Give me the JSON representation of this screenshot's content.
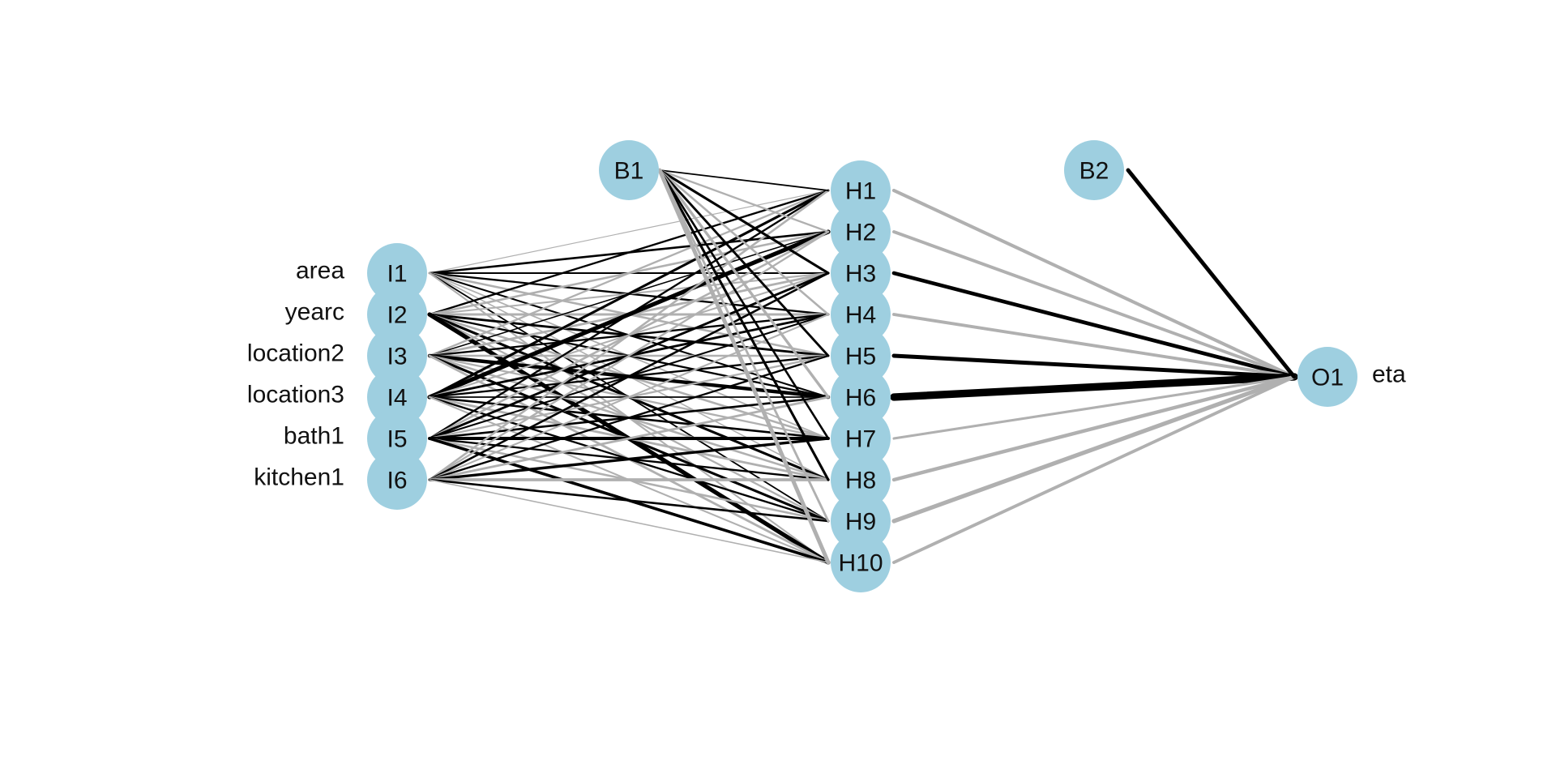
{
  "diagram": {
    "type": "neural-network-interpretation-plot",
    "colors": {
      "node_fill": "#9ecfe0",
      "positive_weight": "#000000",
      "negative_weight": "#b0b0b0"
    },
    "input_layer": [
      {
        "id": "I1",
        "label": "I1",
        "variable": "area"
      },
      {
        "id": "I2",
        "label": "I2",
        "variable": "yearc"
      },
      {
        "id": "I3",
        "label": "I3",
        "variable": "location2"
      },
      {
        "id": "I4",
        "label": "I4",
        "variable": "location3"
      },
      {
        "id": "I5",
        "label": "I5",
        "variable": "bath1"
      },
      {
        "id": "I6",
        "label": "I6",
        "variable": "kitchen1"
      }
    ],
    "hidden_layer": [
      {
        "id": "H1",
        "label": "H1"
      },
      {
        "id": "H2",
        "label": "H2"
      },
      {
        "id": "H3",
        "label": "H3"
      },
      {
        "id": "H4",
        "label": "H4"
      },
      {
        "id": "H5",
        "label": "H5"
      },
      {
        "id": "H6",
        "label": "H6"
      },
      {
        "id": "H7",
        "label": "H7"
      },
      {
        "id": "H8",
        "label": "H8"
      },
      {
        "id": "H9",
        "label": "H9"
      },
      {
        "id": "H10",
        "label": "H10"
      }
    ],
    "output_layer": [
      {
        "id": "O1",
        "label": "O1",
        "variable": "eta"
      }
    ],
    "bias_nodes": [
      {
        "id": "B1",
        "label": "B1",
        "feeds": "hidden"
      },
      {
        "id": "B2",
        "label": "B2",
        "feeds": "output"
      }
    ],
    "input_hidden_weights": {
      "I1": [
        -0.4,
        1.0,
        0.8,
        0.9,
        -1.0,
        0.8,
        -0.7,
        -0.6,
        0.7,
        -0.8
      ],
      "I2": [
        0.9,
        -1.0,
        -0.8,
        -1.2,
        1.1,
        0.9,
        -1.0,
        1.2,
        -0.9,
        2.0
      ],
      "I3": [
        -0.9,
        0.6,
        -1.1,
        0.9,
        -1.0,
        1.7,
        -0.9,
        -1.0,
        1.2,
        -1.1
      ],
      "I4": [
        1.2,
        2.0,
        -0.8,
        1.1,
        0.9,
        0.7,
        1.0,
        -1.1,
        0.9,
        -0.8
      ],
      "I5": [
        0.9,
        -1.0,
        1.1,
        0.8,
        -0.9,
        1.0,
        1.5,
        0.9,
        -1.0,
        1.4
      ],
      "I6": [
        -1.0,
        -0.9,
        1.0,
        -0.8,
        0.9,
        -1.1,
        1.3,
        -1.4,
        1.0,
        -0.6
      ]
    },
    "bias_hidden_weights": [
      0.7,
      -0.9,
      1.2,
      -1.0,
      1.1,
      -1.3,
      1.0,
      1.2,
      -1.1,
      -1.9
    ],
    "hidden_output_weights": [
      -1.6,
      -1.5,
      1.8,
      -1.5,
      1.9,
      3.6,
      -1.2,
      -1.7,
      -2.0,
      -1.5
    ],
    "bias_output_weight": 1.9
  }
}
